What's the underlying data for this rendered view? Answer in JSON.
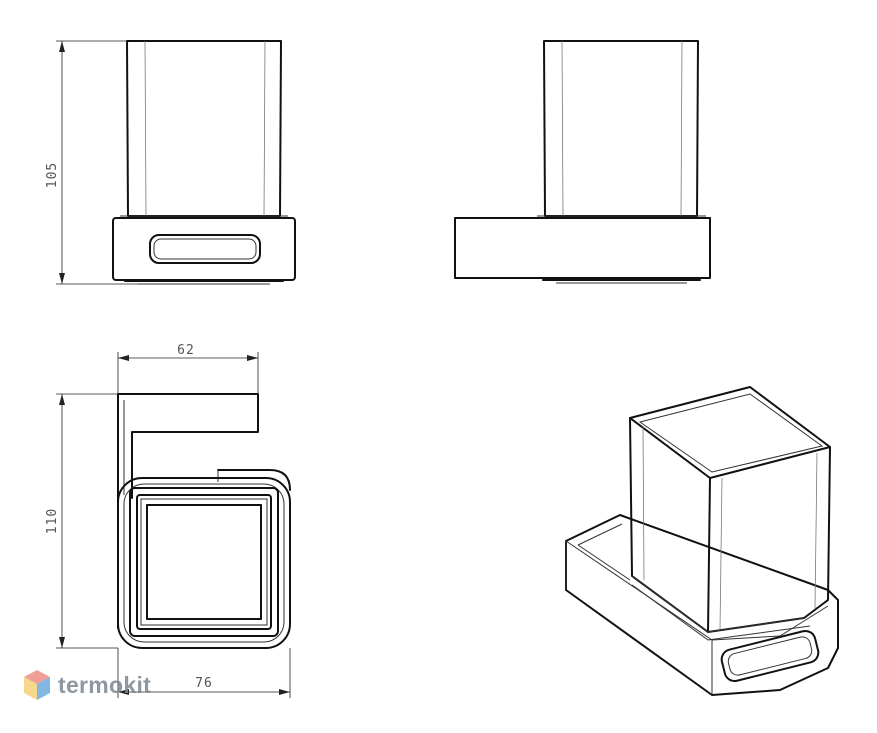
{
  "dimensions": {
    "height_front": "105",
    "depth_top": "62",
    "height_side": "110",
    "width_bottom": "76"
  },
  "watermark": {
    "label": "termokit",
    "brand_colors": [
      "#e86a5e",
      "#3b8fd6",
      "#f0c24a"
    ]
  }
}
